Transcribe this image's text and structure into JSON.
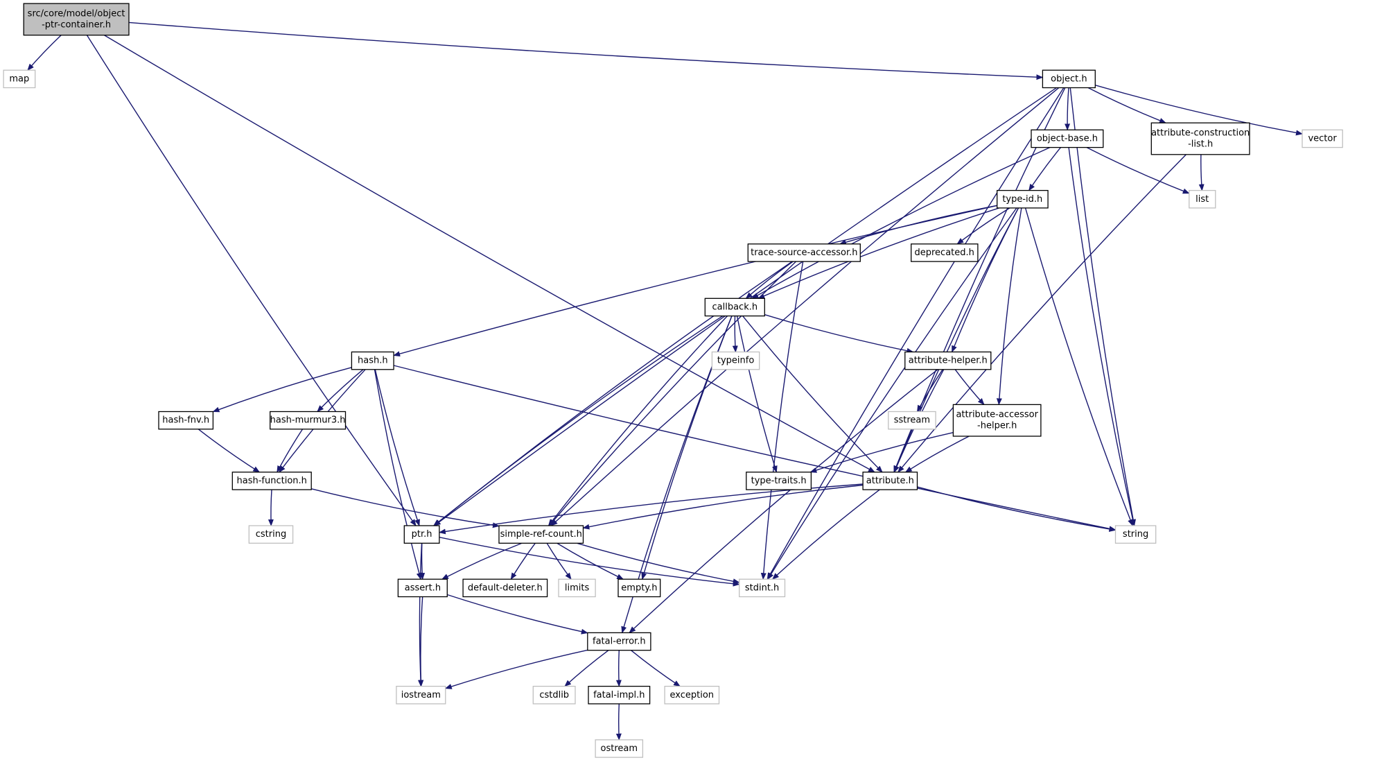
{
  "graph": {
    "root": "src/core/model/object-ptr-container.h",
    "nodes": {
      "root": {
        "lines": [
          "src/core/model/object",
          "-ptr-container.h"
        ],
        "kind": "root"
      },
      "map": {
        "lines": [
          "map"
        ],
        "kind": "external"
      },
      "object": {
        "lines": [
          "object.h"
        ],
        "kind": "header"
      },
      "objbase": {
        "lines": [
          "object-base.h"
        ],
        "kind": "header"
      },
      "acl": {
        "lines": [
          "attribute-construction",
          "-list.h"
        ],
        "kind": "header"
      },
      "vector": {
        "lines": [
          "vector"
        ],
        "kind": "external"
      },
      "list": {
        "lines": [
          "list"
        ],
        "kind": "external"
      },
      "typeid": {
        "lines": [
          "type-id.h"
        ],
        "kind": "header"
      },
      "tsa": {
        "lines": [
          "trace-source-accessor.h"
        ],
        "kind": "header"
      },
      "deprec": {
        "lines": [
          "deprecated.h"
        ],
        "kind": "header"
      },
      "callback": {
        "lines": [
          "callback.h"
        ],
        "kind": "header"
      },
      "hash": {
        "lines": [
          "hash.h"
        ],
        "kind": "header"
      },
      "typeinfo": {
        "lines": [
          "typeinfo"
        ],
        "kind": "external"
      },
      "ahelper": {
        "lines": [
          "attribute-helper.h"
        ],
        "kind": "header"
      },
      "hashfnv": {
        "lines": [
          "hash-fnv.h"
        ],
        "kind": "header"
      },
      "hashmur": {
        "lines": [
          "hash-murmur3.h"
        ],
        "kind": "header"
      },
      "sstream": {
        "lines": [
          "sstream"
        ],
        "kind": "external"
      },
      "aah": {
        "lines": [
          "attribute-accessor",
          "-helper.h"
        ],
        "kind": "header"
      },
      "hashfn": {
        "lines": [
          "hash-function.h"
        ],
        "kind": "header"
      },
      "ttraits": {
        "lines": [
          "type-traits.h"
        ],
        "kind": "header"
      },
      "attr": {
        "lines": [
          "attribute.h"
        ],
        "kind": "header"
      },
      "cstring": {
        "lines": [
          "cstring"
        ],
        "kind": "external"
      },
      "ptr": {
        "lines": [
          "ptr.h"
        ],
        "kind": "header"
      },
      "src": {
        "lines": [
          "simple-ref-count.h"
        ],
        "kind": "header"
      },
      "string": {
        "lines": [
          "string"
        ],
        "kind": "external"
      },
      "assert": {
        "lines": [
          "assert.h"
        ],
        "kind": "header"
      },
      "defdel": {
        "lines": [
          "default-deleter.h"
        ],
        "kind": "header"
      },
      "limits": {
        "lines": [
          "limits"
        ],
        "kind": "external"
      },
      "empty": {
        "lines": [
          "empty.h"
        ],
        "kind": "header"
      },
      "stdint": {
        "lines": [
          "stdint.h"
        ],
        "kind": "external"
      },
      "fatal": {
        "lines": [
          "fatal-error.h"
        ],
        "kind": "header"
      },
      "iostream": {
        "lines": [
          "iostream"
        ],
        "kind": "external"
      },
      "cstdlib": {
        "lines": [
          "cstdlib"
        ],
        "kind": "external"
      },
      "fimpl": {
        "lines": [
          "fatal-impl.h"
        ],
        "kind": "header"
      },
      "exception": {
        "lines": [
          "exception"
        ],
        "kind": "external"
      },
      "ostream": {
        "lines": [
          "ostream"
        ],
        "kind": "external"
      }
    },
    "edges": [
      [
        "root",
        "map"
      ],
      [
        "root",
        "object"
      ],
      [
        "root",
        "ptr"
      ],
      [
        "root",
        "attr"
      ],
      [
        "object",
        "objbase"
      ],
      [
        "object",
        "acl"
      ],
      [
        "object",
        "vector"
      ],
      [
        "object",
        "string"
      ],
      [
        "object",
        "stdint"
      ],
      [
        "object",
        "ptr"
      ],
      [
        "object",
        "src"
      ],
      [
        "object",
        "attr"
      ],
      [
        "objbase",
        "list"
      ],
      [
        "objbase",
        "typeid"
      ],
      [
        "objbase",
        "callback"
      ],
      [
        "objbase",
        "string"
      ],
      [
        "acl",
        "list"
      ],
      [
        "acl",
        "attr"
      ],
      [
        "typeid",
        "tsa"
      ],
      [
        "typeid",
        "deprec"
      ],
      [
        "typeid",
        "callback"
      ],
      [
        "typeid",
        "hash"
      ],
      [
        "typeid",
        "ahelper"
      ],
      [
        "typeid",
        "aah"
      ],
      [
        "typeid",
        "attr"
      ],
      [
        "typeid",
        "string"
      ],
      [
        "typeid",
        "stdint"
      ],
      [
        "tsa",
        "callback"
      ],
      [
        "tsa",
        "ptr"
      ],
      [
        "tsa",
        "src"
      ],
      [
        "tsa",
        "stdint"
      ],
      [
        "callback",
        "typeinfo"
      ],
      [
        "callback",
        "ahelper"
      ],
      [
        "callback",
        "ttraits"
      ],
      [
        "callback",
        "attr"
      ],
      [
        "callback",
        "ptr"
      ],
      [
        "callback",
        "src"
      ],
      [
        "callback",
        "empty"
      ],
      [
        "callback",
        "fatal"
      ],
      [
        "hash",
        "hashfnv"
      ],
      [
        "hash",
        "hashmur"
      ],
      [
        "hash",
        "hashfn"
      ],
      [
        "hash",
        "ptr"
      ],
      [
        "hash",
        "assert"
      ],
      [
        "hash",
        "string"
      ],
      [
        "ahelper",
        "sstream"
      ],
      [
        "ahelper",
        "aah"
      ],
      [
        "ahelper",
        "attr"
      ],
      [
        "ahelper",
        "fatal"
      ],
      [
        "aah",
        "ttraits"
      ],
      [
        "aah",
        "attr"
      ],
      [
        "hashfnv",
        "hashfn"
      ],
      [
        "hashmur",
        "hashfn"
      ],
      [
        "hashfn",
        "cstring"
      ],
      [
        "hashfn",
        "src"
      ],
      [
        "attr",
        "ptr"
      ],
      [
        "attr",
        "src"
      ],
      [
        "attr",
        "string"
      ],
      [
        "attr",
        "stdint"
      ],
      [
        "ptr",
        "assert"
      ],
      [
        "ptr",
        "iostream"
      ],
      [
        "ptr",
        "stdint"
      ],
      [
        "src",
        "assert"
      ],
      [
        "src",
        "defdel"
      ],
      [
        "src",
        "limits"
      ],
      [
        "src",
        "empty"
      ],
      [
        "src",
        "stdint"
      ],
      [
        "assert",
        "iostream"
      ],
      [
        "assert",
        "fatal"
      ],
      [
        "fatal",
        "iostream"
      ],
      [
        "fatal",
        "cstdlib"
      ],
      [
        "fatal",
        "fimpl"
      ],
      [
        "fatal",
        "exception"
      ],
      [
        "fimpl",
        "ostream"
      ]
    ]
  }
}
